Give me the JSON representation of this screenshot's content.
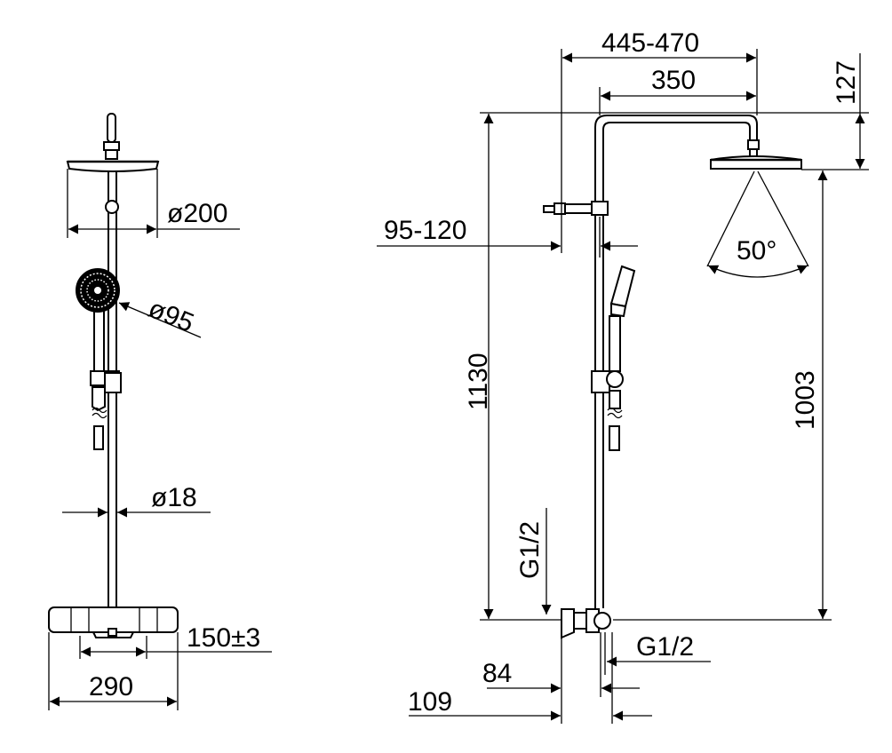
{
  "side_view": {
    "head_diameter": "ø200",
    "hand_shower_diameter": "ø95",
    "rail_diameter": "ø18",
    "inlet_spacing": "150±3",
    "mixer_width": "290"
  },
  "front_view": {
    "arm_reach": "445-470",
    "arm_length": "350",
    "head_height": "127",
    "wall_offset": "95-120",
    "total_height": "1130",
    "head_to_mixer_height": "1003",
    "spray_angle": "50°",
    "inlet_thread_top": "G1/2",
    "inlet_thread_side": "G1/2",
    "depth_outer": "84",
    "depth_total": "109"
  }
}
